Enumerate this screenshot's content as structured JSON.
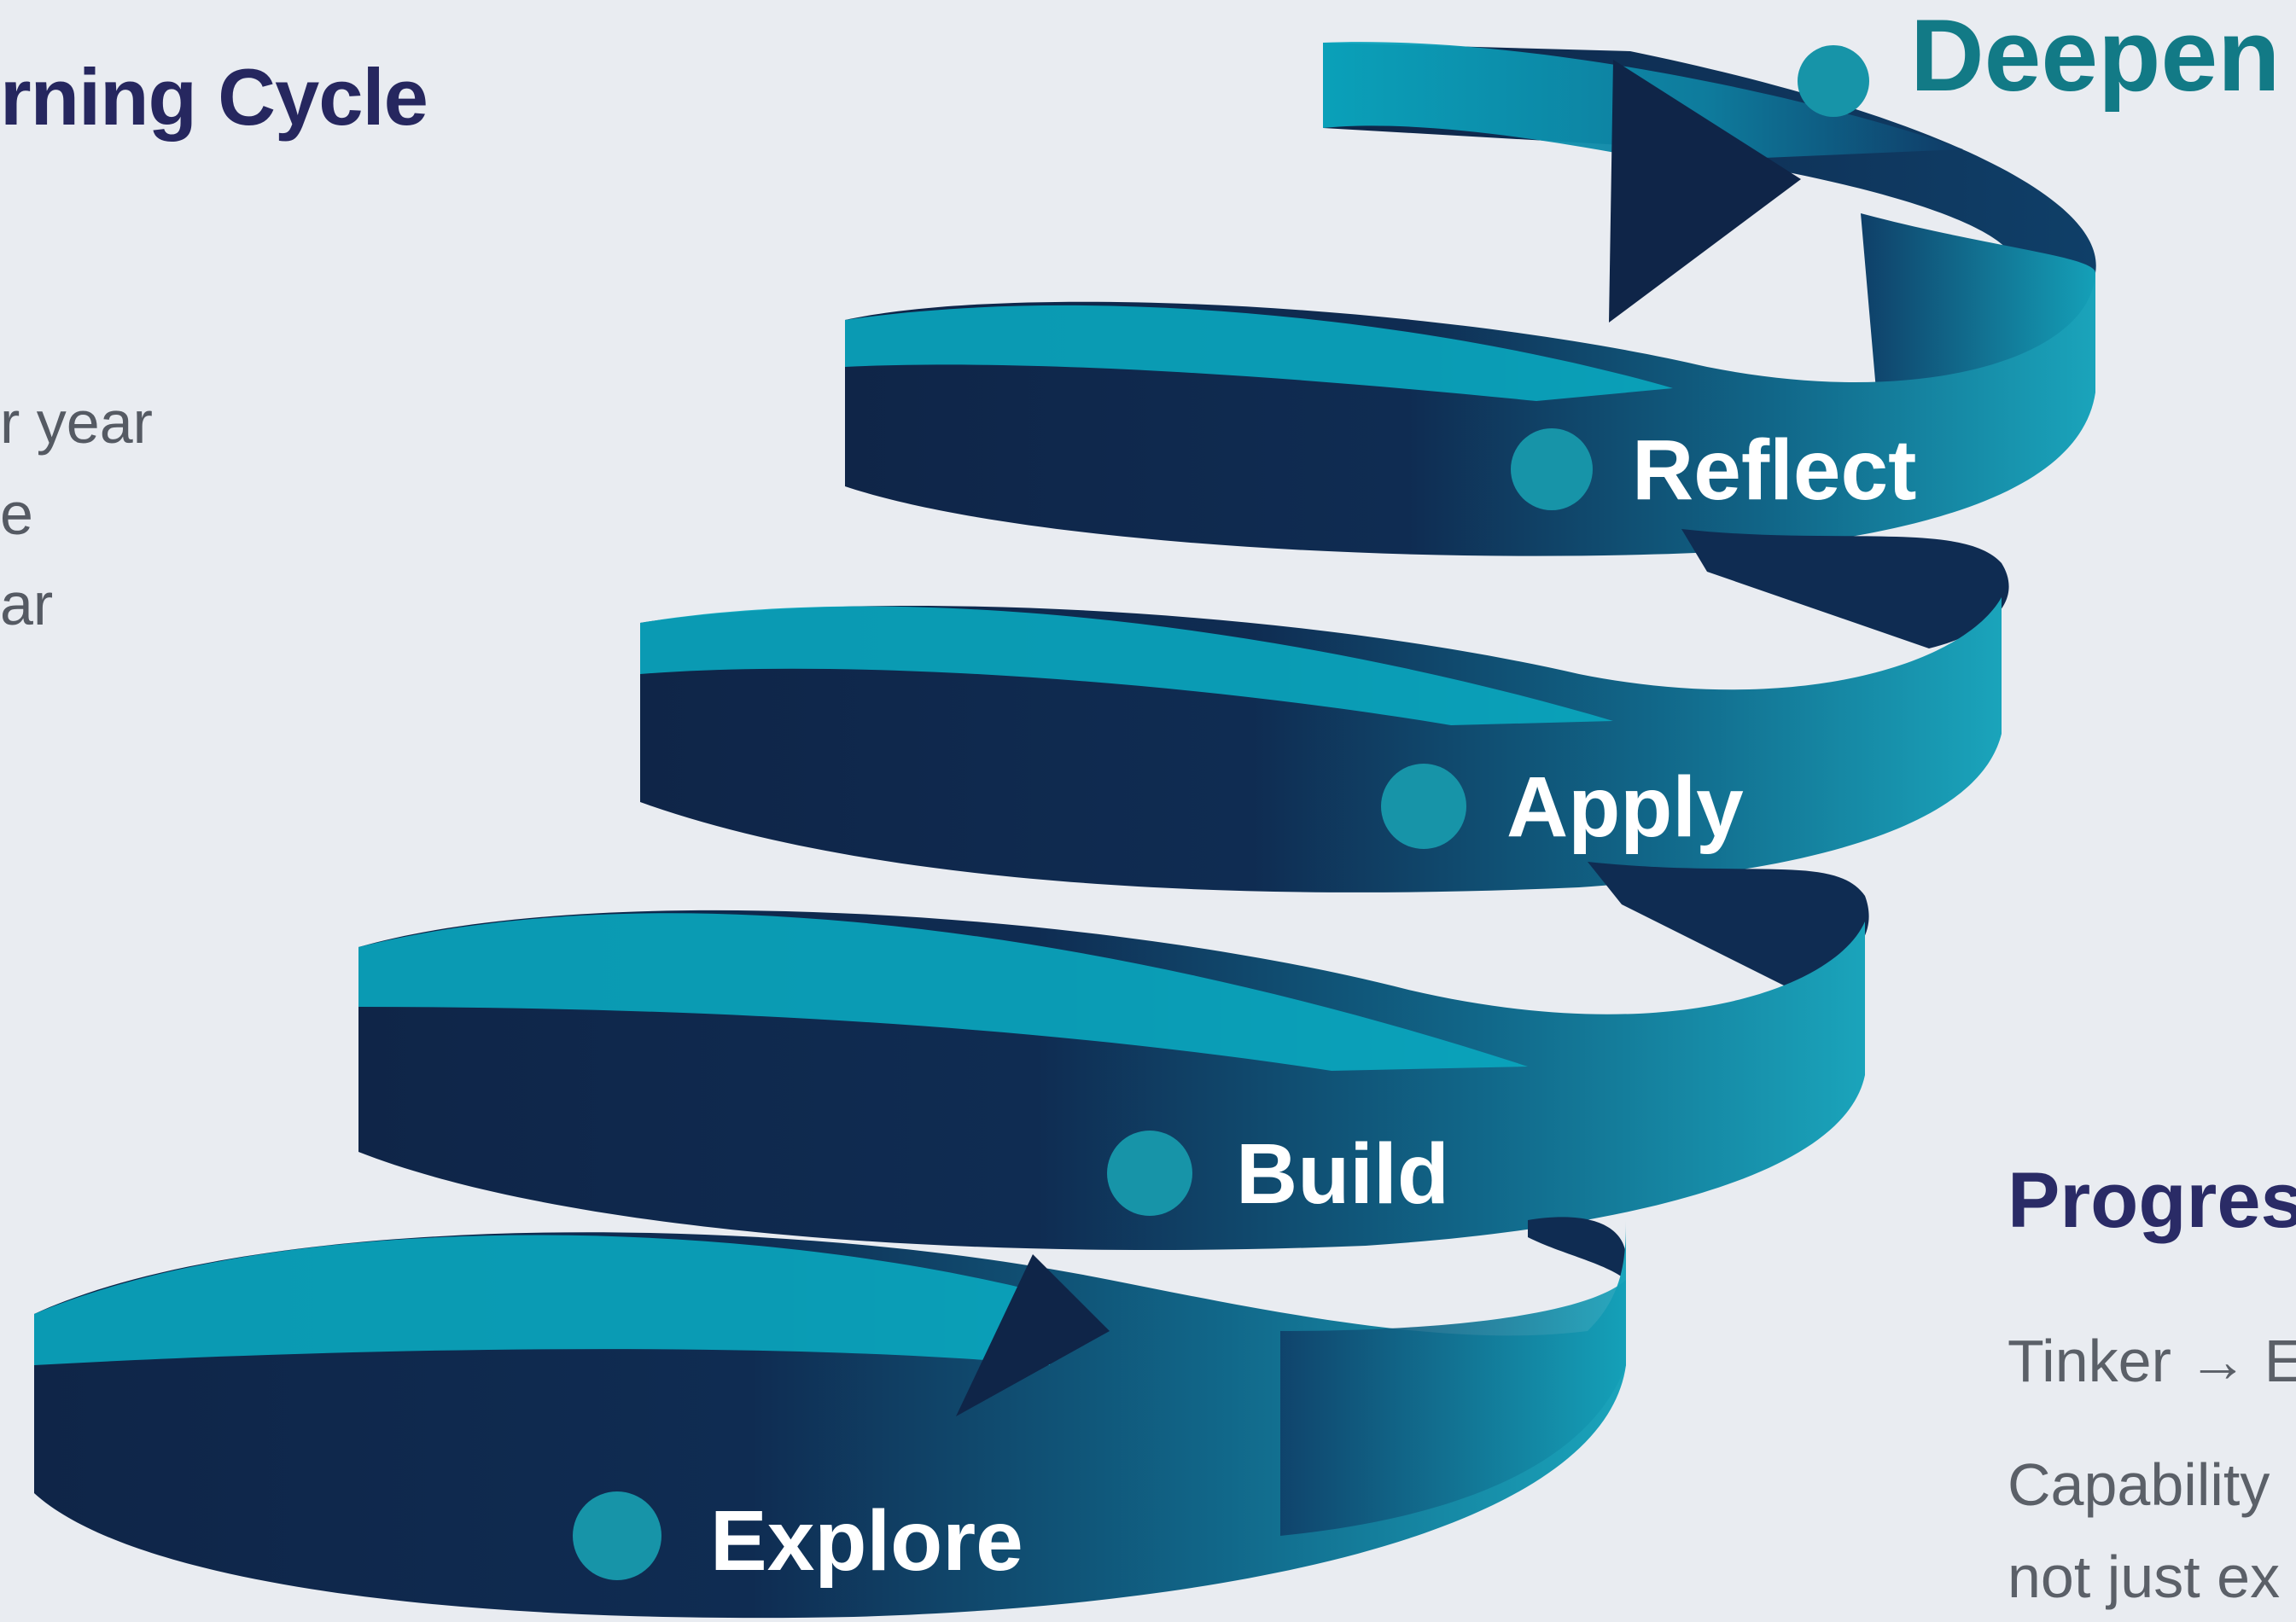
{
  "page": {
    "title": "rning Cycle",
    "side_lines": [
      "r year",
      "e",
      "ar"
    ],
    "progress": {
      "heading": "Progres",
      "line1": "Tinker → E",
      "line2": "Capability",
      "line3": "not just ex"
    }
  },
  "spiral": {
    "stages": [
      "Explore",
      "Build",
      "Apply",
      "Reflect"
    ],
    "top_label": "Deepen",
    "colors": {
      "dark": "#0f2548",
      "teal": "#1aa4bb",
      "light_teal": "#0aa7bf",
      "dot": "#1794a8",
      "label": "#ffffff",
      "accent_text": "#127a86",
      "title": "#26275f",
      "background": "#e9ecf1"
    }
  }
}
